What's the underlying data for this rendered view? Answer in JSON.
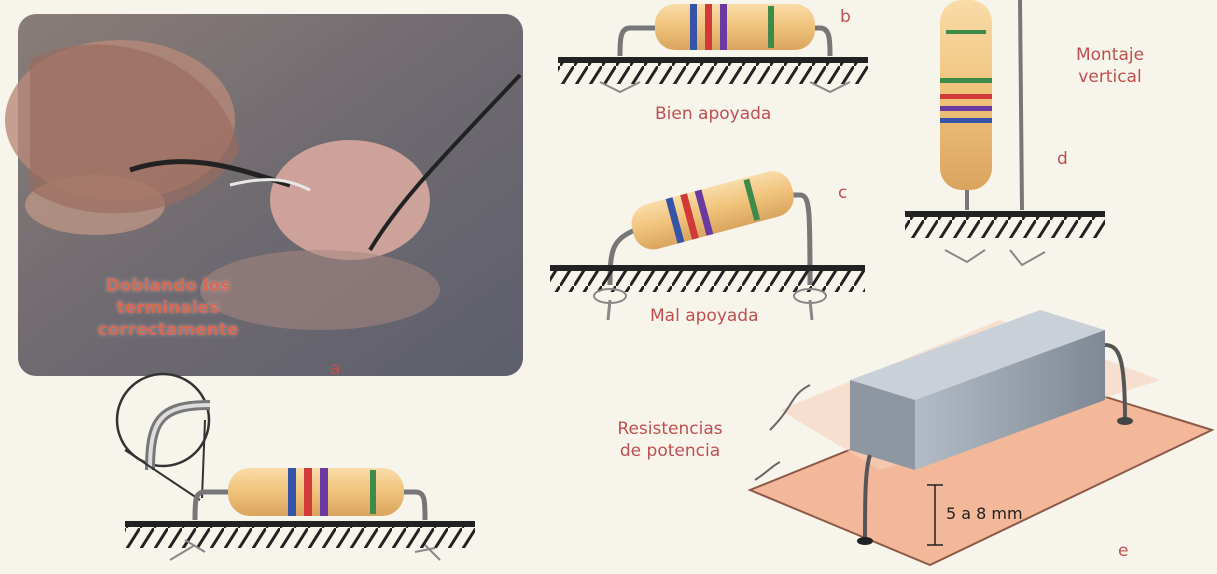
{
  "labels": {
    "photo_caption_line1": "Doblando los",
    "photo_caption_line2": "terminales",
    "photo_caption_line3": "correctamente",
    "letter_a": "a",
    "letter_b": "b",
    "letter_c": "c",
    "letter_d": "d",
    "letter_e": "e",
    "bien_apoyada": "Bien apoyada",
    "mal_apoyada": "Mal apoyada",
    "montaje_line1": "Montaje",
    "montaje_line2": "vertical",
    "potencia_line1": "Resistencias",
    "potencia_line2": "de potencia",
    "height_note": "5 a 8 mm"
  },
  "colors": {
    "label_red": "#c0504d",
    "resistor_body": "#f0c27a",
    "band_red": "#d23a3a",
    "band_blue": "#3553a8",
    "band_green": "#3e8a4a",
    "band_violet": "#6b3aa0",
    "board_copper": "#f3b89a",
    "power_resistor": "#9aa4b0"
  }
}
